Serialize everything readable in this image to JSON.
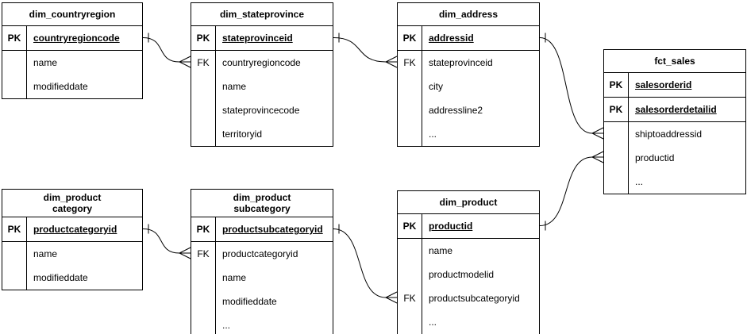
{
  "diagram": {
    "line_color": "#000000",
    "background_color": "#ffffff",
    "tables": [
      {
        "id": "dim_countryregion",
        "title": "dim_countryregion",
        "rows": [
          {
            "key": "PK",
            "name": "countryregioncode",
            "pk": true
          },
          {
            "key": "",
            "name": "name",
            "pk": false
          },
          {
            "key": "",
            "name": "modifieddate",
            "pk": false
          }
        ]
      },
      {
        "id": "dim_stateprovince",
        "title": "dim_stateprovince",
        "rows": [
          {
            "key": "PK",
            "name": "stateprovinceid",
            "pk": true
          },
          {
            "key": "FK",
            "name": "countryregioncode",
            "pk": false
          },
          {
            "key": "",
            "name": "name",
            "pk": false
          },
          {
            "key": "",
            "name": "stateprovincecode",
            "pk": false
          },
          {
            "key": "",
            "name": "territoryid",
            "pk": false
          }
        ]
      },
      {
        "id": "dim_address",
        "title": "dim_address",
        "rows": [
          {
            "key": "PK",
            "name": "addressid",
            "pk": true
          },
          {
            "key": "FK",
            "name": "stateprovinceid",
            "pk": false
          },
          {
            "key": "",
            "name": "city",
            "pk": false
          },
          {
            "key": "",
            "name": "addressline2",
            "pk": false
          },
          {
            "key": "",
            "name": "...",
            "pk": false
          }
        ]
      },
      {
        "id": "fct_sales",
        "title": "fct_sales",
        "rows": [
          {
            "key": "PK",
            "name": "salesorderid",
            "pk": true
          },
          {
            "key": "PK",
            "name": "salesorderdetailid",
            "pk": true
          },
          {
            "key": "",
            "name": "shiptoaddressid",
            "pk": false
          },
          {
            "key": "",
            "name": "productid",
            "pk": false
          },
          {
            "key": "",
            "name": "...",
            "pk": false
          }
        ]
      },
      {
        "id": "dim_product_category",
        "title": "dim_product\ncategory",
        "rows": [
          {
            "key": "PK",
            "name": "productcategoryid",
            "pk": true
          },
          {
            "key": "",
            "name": "name",
            "pk": false
          },
          {
            "key": "",
            "name": "modifieddate",
            "pk": false
          }
        ]
      },
      {
        "id": "dim_product_subcategory",
        "title": "dim_product\nsubcategory",
        "rows": [
          {
            "key": "PK",
            "name": "productsubcategoryid",
            "pk": true
          },
          {
            "key": "FK",
            "name": "productcategoryid",
            "pk": false
          },
          {
            "key": "",
            "name": "name",
            "pk": false
          },
          {
            "key": "",
            "name": "modifieddate",
            "pk": false
          },
          {
            "key": "",
            "name": "...",
            "pk": false
          }
        ]
      },
      {
        "id": "dim_product",
        "title": "dim_product",
        "rows": [
          {
            "key": "PK",
            "name": "productid",
            "pk": true
          },
          {
            "key": "",
            "name": "name",
            "pk": false
          },
          {
            "key": "",
            "name": "productmodelid",
            "pk": false
          },
          {
            "key": "FK",
            "name": "productsubcategoryid",
            "pk": false
          },
          {
            "key": "",
            "name": "...",
            "pk": false
          }
        ]
      }
    ],
    "connections": [
      {
        "name": "countryregion-to-stateprovince",
        "from_table": 0,
        "from_attr": "countryregioncode",
        "to_table": 1,
        "to_attr": "countryregioncode",
        "from_card": "one",
        "to_card": "many"
      },
      {
        "name": "stateprovince-to-address",
        "from_table": 1,
        "from_attr": "stateprovinceid",
        "to_table": 2,
        "to_attr": "stateprovinceid",
        "from_card": "one",
        "to_card": "many"
      },
      {
        "name": "address-to-sales",
        "from_table": 2,
        "from_attr": "addressid",
        "to_table": 3,
        "to_attr": "shiptoaddressid",
        "from_card": "one",
        "to_card": "many"
      },
      {
        "name": "product-to-sales",
        "from_table": 6,
        "from_attr": "productid",
        "to_table": 3,
        "to_attr": "productid",
        "from_card": "one",
        "to_card": "many"
      },
      {
        "name": "category-to-subcategory",
        "from_table": 4,
        "from_attr": "productcategoryid",
        "to_table": 5,
        "to_attr": "productcategoryid",
        "from_card": "one",
        "to_card": "many"
      },
      {
        "name": "subcategory-to-product",
        "from_table": 5,
        "from_attr": "productsubcategoryid",
        "to_table": 6,
        "to_attr": "productsubcategoryid",
        "from_card": "one",
        "to_card": "many"
      }
    ]
  }
}
